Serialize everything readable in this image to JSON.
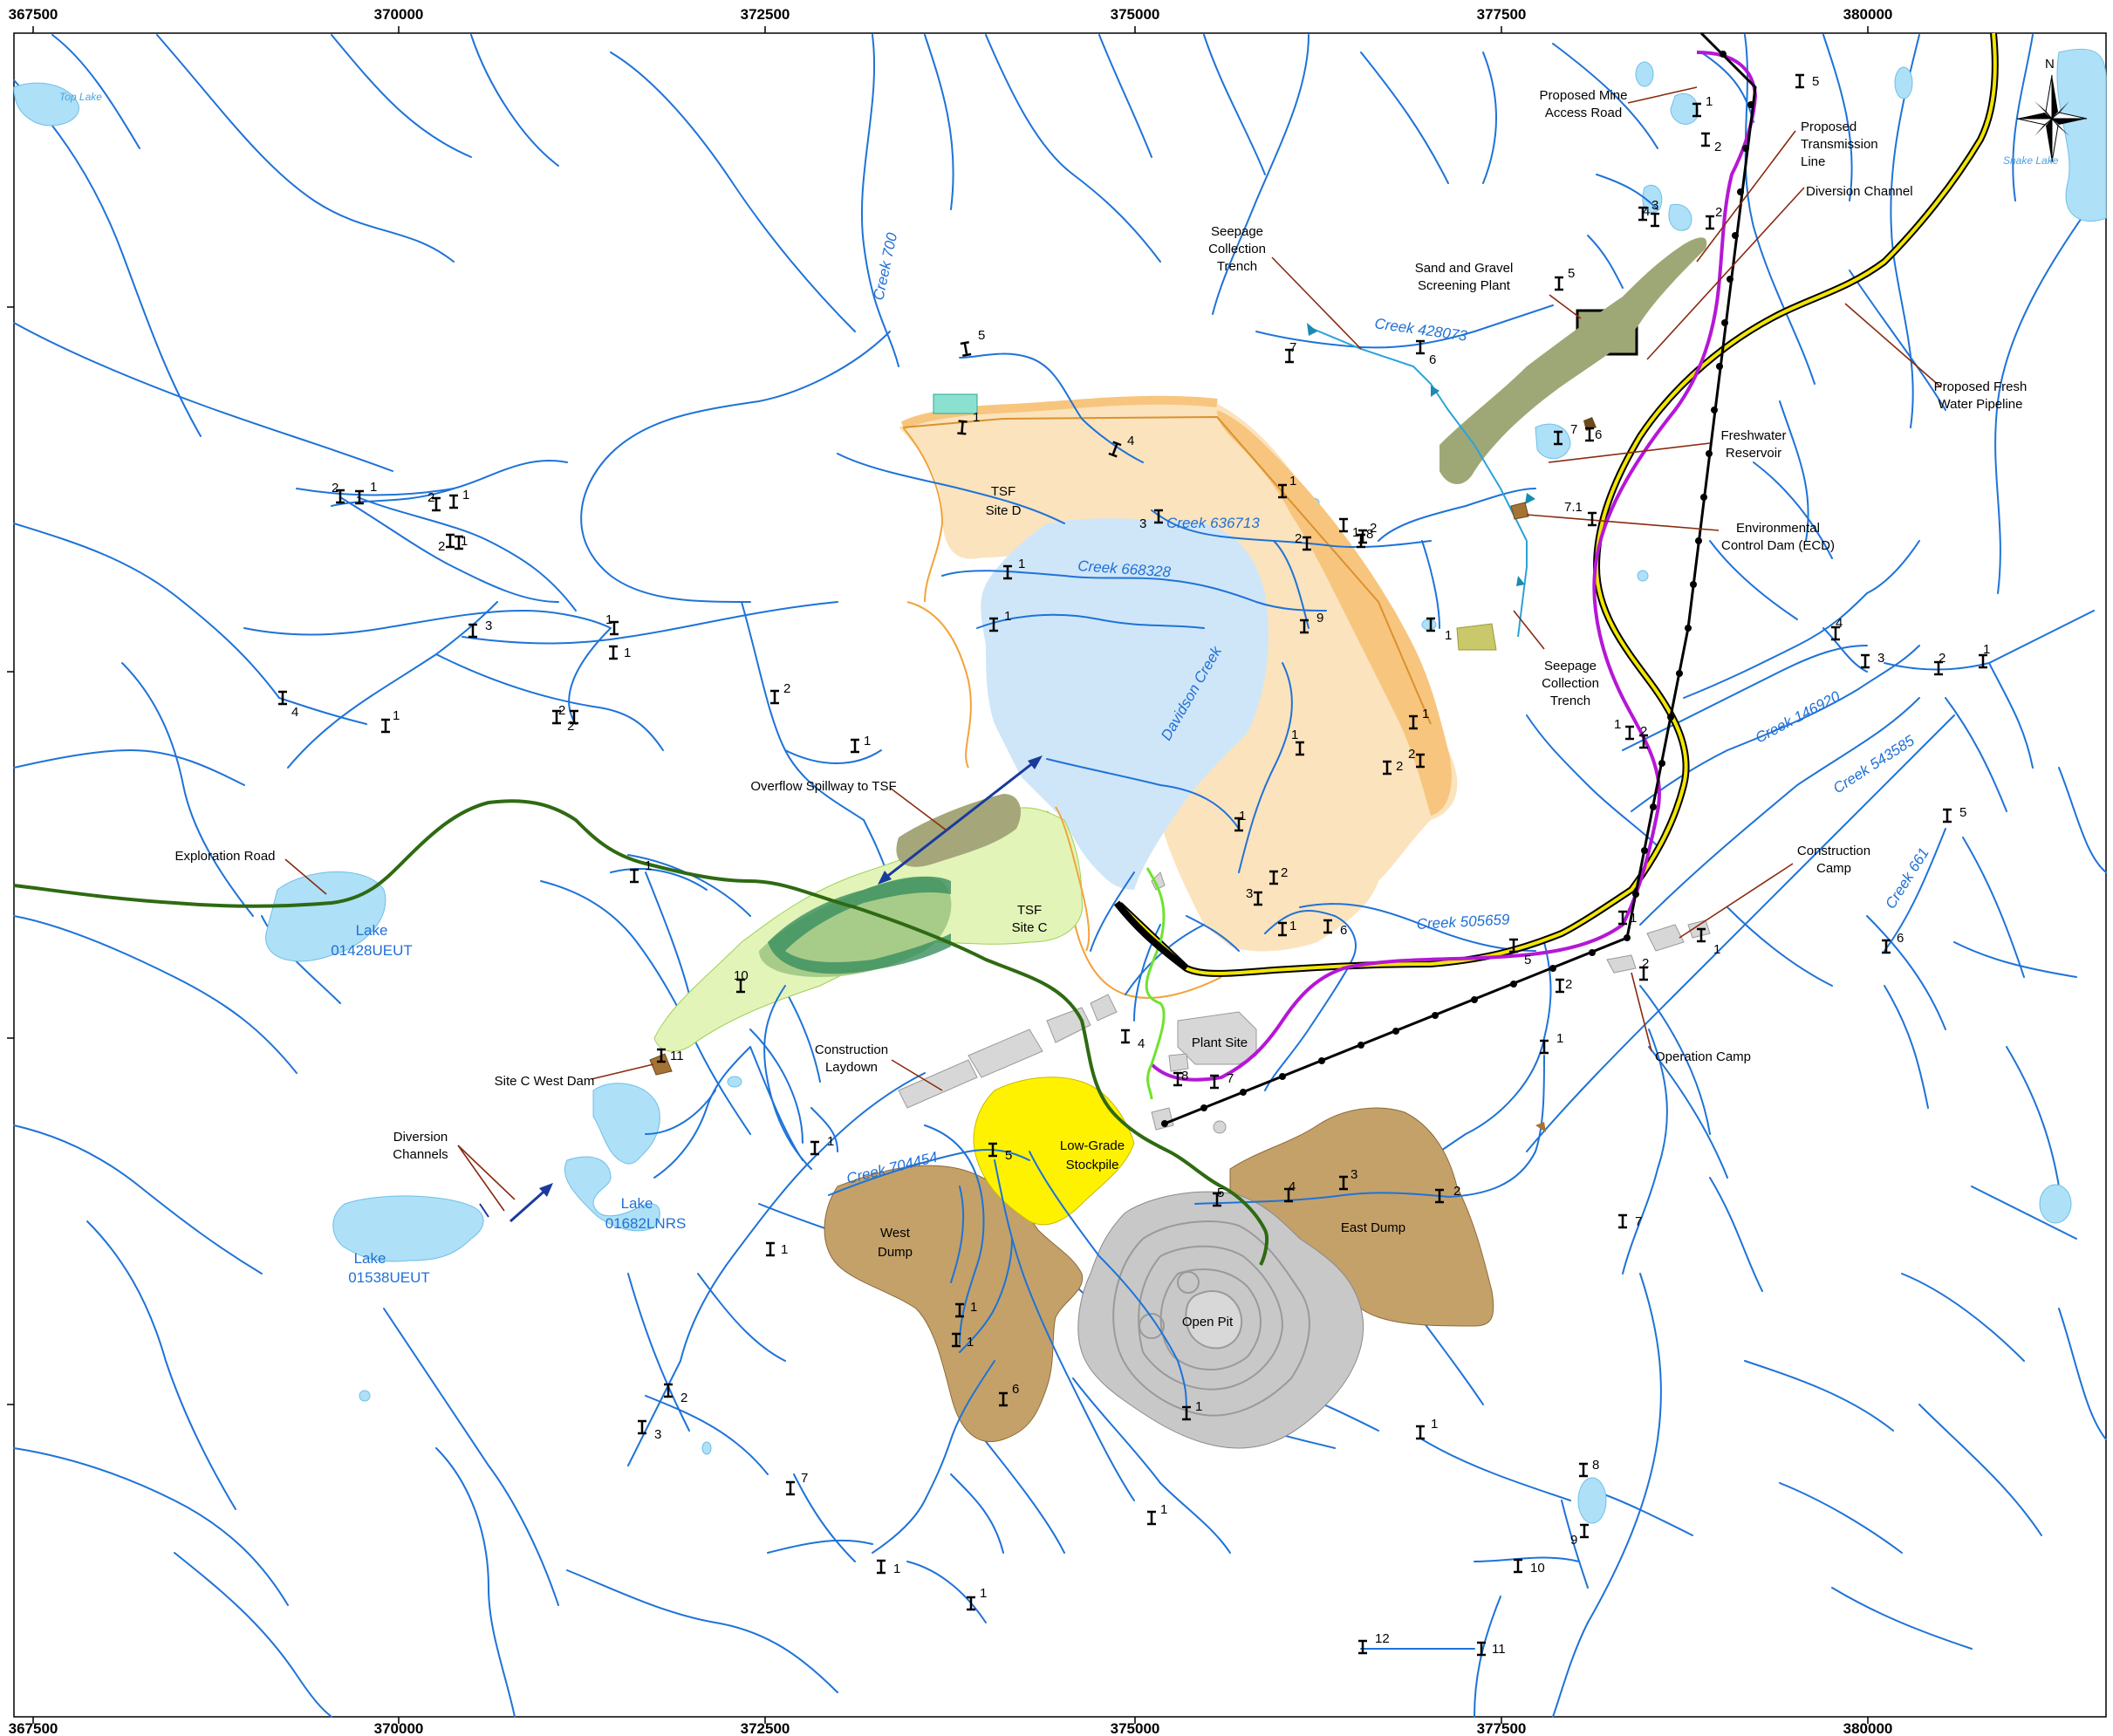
{
  "axes": {
    "x_ticks": [
      "367500",
      "370000",
      "372500",
      "375000",
      "377500",
      "380000"
    ]
  },
  "north_arrow": {
    "label": "N"
  },
  "lakes": {
    "top_lake": "Top Lake",
    "snake_lake": "Snake Lake",
    "lake_01428": [
      "Lake",
      "01428UEUT"
    ],
    "lake_01682": [
      "Lake",
      "01682LNRS"
    ],
    "lake_01538": [
      "Lake",
      "01538UEUT"
    ]
  },
  "creeks": {
    "c700": "Creek 700",
    "c428073": "Creek 428073",
    "c636713": "Creek 636713",
    "c668328": "Creek 668328",
    "davidson": "Davidson Creek",
    "c505659": "Creek 505659",
    "c704454": "Creek 704454",
    "c146920": "Creek 146920",
    "c543585": "Creek 543585",
    "c661": "Creek 661"
  },
  "features": {
    "tsf_d": [
      "TSF",
      "Site D"
    ],
    "tsf_c": [
      "TSF",
      "Site C"
    ],
    "plant_site": "Plant Site",
    "low_grade": [
      "Low-Grade",
      "Stockpile"
    ],
    "west_dump": [
      "West",
      "Dump"
    ],
    "east_dump": "East Dump",
    "open_pit": "Open Pit"
  },
  "callouts": {
    "mine_access": [
      "Proposed Mine",
      "Access Road"
    ],
    "transmission": [
      "Proposed",
      "Transmission",
      "Line"
    ],
    "diversion_channel": "Diversion Channel",
    "seepage_top": [
      "Seepage",
      "Collection",
      "Trench"
    ],
    "sand_gravel": [
      "Sand and Gravel",
      "Screening Plant"
    ],
    "fresh_water_pipeline": [
      "Proposed Fresh",
      "Water Pipeline"
    ],
    "freshwater_reservoir": [
      "Freshwater",
      "Reservoir"
    ],
    "ecd": [
      "Environmental",
      "Control Dam (ECD)"
    ],
    "seepage_bottom": [
      "Seepage",
      "Collection",
      "Trench"
    ],
    "overflow": "Overflow Spillway to TSF",
    "exploration_road": "Exploration Road",
    "construction_camp": [
      "Construction",
      "Camp"
    ],
    "operation_camp": "Operation Camp",
    "construction_laydown": [
      "Construction",
      "Laydown"
    ],
    "site_c_west_dam": "Site C West Dam",
    "diversion_channels": [
      "Diversion",
      "Channels"
    ]
  },
  "site_numbers": {
    "s1": "1",
    "s2": "2",
    "s3": "3",
    "s4": "4",
    "s5": "5",
    "s6": "6",
    "s7": "7",
    "s8": "8",
    "s9": "9",
    "s10": "10",
    "s11": "11",
    "s12": "12",
    "s71": "7.1"
  },
  "colors": {
    "water": "#1e73d8",
    "lake_fill": "#aee0f7",
    "tsf_d_fill": "#fbe3bd",
    "tsf_d_dam": "#f8c57e",
    "tsf_pond": "#cfe6f8",
    "tsf_c_fill": "#e3f4b8",
    "dump_fill": "#c4a169",
    "stockpile_fill": "#fff200",
    "pit_fill": "#c8c8c8",
    "facility_fill": "#d7d7d7",
    "transmission_line": "#000000",
    "access_road": "#b517d6",
    "pipeline": "#f2e500",
    "exploration_road": "#2e6a12",
    "leader": "#8a2a10"
  }
}
